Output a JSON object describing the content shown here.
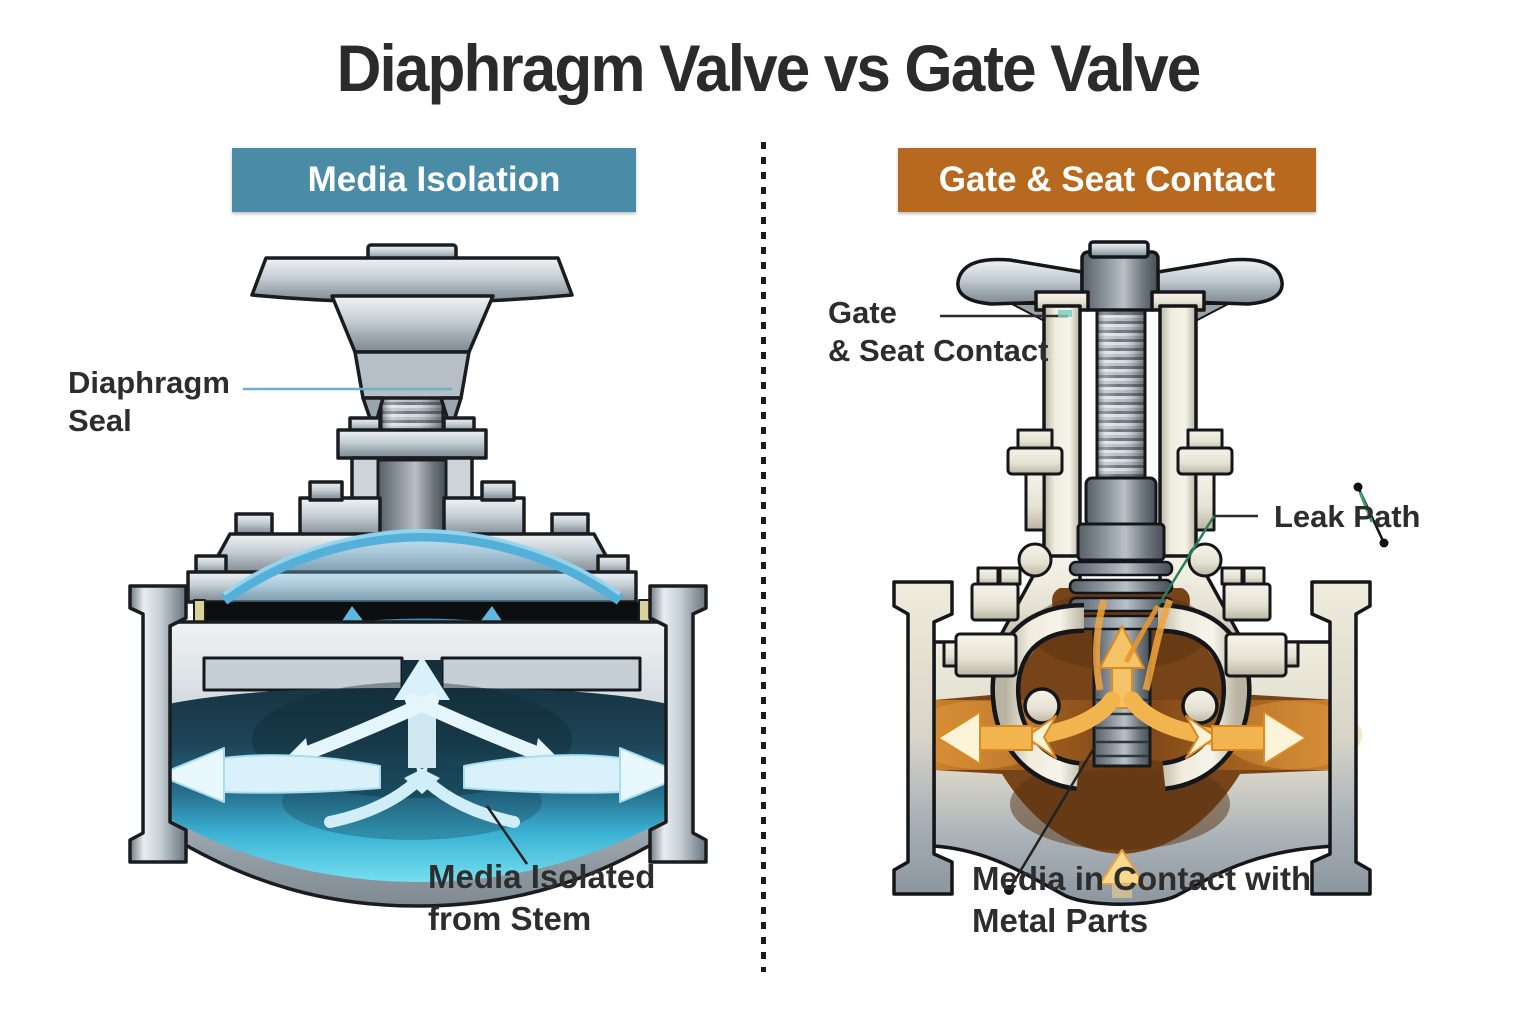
{
  "title": "Diaphragm Valve vs Gate Valve",
  "divider": {
    "style": "dotted-vertical",
    "color": "#1a1a1a"
  },
  "left_panel": {
    "header": {
      "label": "Media Isolation",
      "bg_color": "#4a8ca6",
      "text_color": "#ffffff"
    },
    "illustration": "diaphragm-valve-cross-section",
    "labels": {
      "diaphragm_seal": {
        "line1": "Diaphragm",
        "line2": "Seal"
      },
      "media_isolated": {
        "line1": "Media Isolated",
        "line2": "from Stem"
      }
    },
    "media": {
      "type": "isolated-from-stem",
      "color_dark": "#1d4557",
      "color_bright": "#3bb2d4",
      "arrow_color": "#e4f5fb"
    }
  },
  "right_panel": {
    "header": {
      "label": "Gate & Seat Contact",
      "bg_color": "#b7691f",
      "text_color": "#ffffff"
    },
    "illustration": "gate-valve-cross-section",
    "labels": {
      "gate_seat_contact": {
        "line1": "Gate",
        "line2": "& Seat Contact"
      },
      "leak_path": "Leak Path",
      "media_contact": {
        "line1": "Media in Contact with",
        "line2": "Metal Parts"
      }
    },
    "media": {
      "type": "wetted-metal",
      "color_dark": "#5d3411",
      "color_bright": "#d88c2f",
      "arrow_color": "#f2b44e"
    }
  },
  "colors": {
    "title_text": "#2b2b2b",
    "label_text": "#2d2d2d",
    "leader_teal": "#6cb1c4",
    "leak_green": "#2e7d57",
    "leader_dark": "#2b2b2b"
  }
}
